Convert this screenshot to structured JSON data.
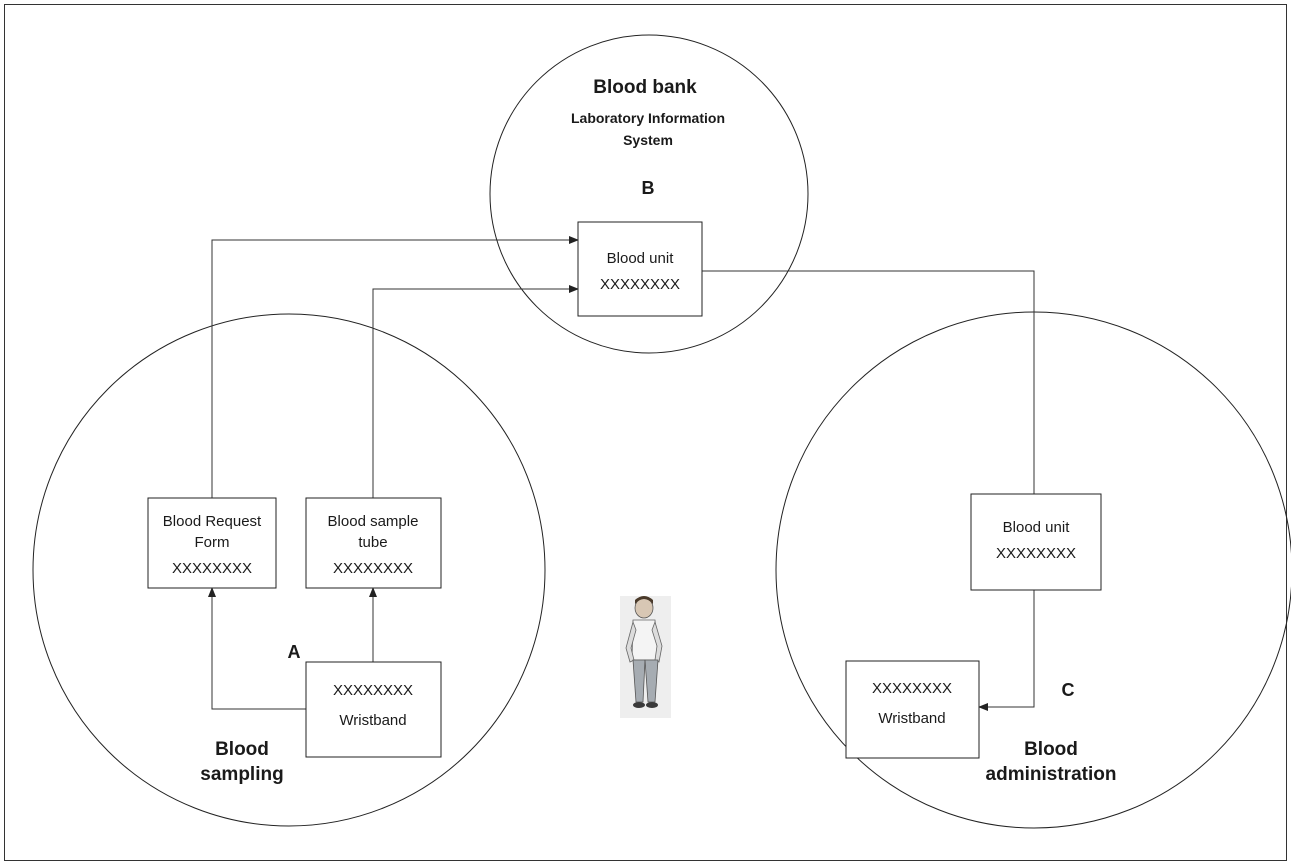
{
  "zones": {
    "blood_bank": {
      "title": "Blood bank",
      "subtitle_line1": "Laboratory Information",
      "subtitle_line2": "System",
      "letter": "B"
    },
    "sampling": {
      "title_line1": "Blood",
      "title_line2": "sampling",
      "letter": "A"
    },
    "administration": {
      "title_line1": "Blood",
      "title_line2": "administration",
      "letter": "C"
    }
  },
  "boxes": {
    "bank_unit": {
      "line1": "Blood unit",
      "line2": "XXXXXXXX"
    },
    "request_form": {
      "line1": "Blood Request",
      "line2": "Form",
      "line3": "XXXXXXXX"
    },
    "sample_tube": {
      "line1": "Blood sample",
      "line2": "tube",
      "line3": "XXXXXXXX"
    },
    "sampling_wristband": {
      "line1": "XXXXXXXX",
      "line2": "Wristband"
    },
    "admin_unit": {
      "line1": "Blood unit",
      "line2": "XXXXXXXX"
    },
    "admin_wristband": {
      "line1": "XXXXXXXX",
      "line2": "Wristband"
    }
  },
  "colors": {
    "ink": "#222222",
    "figure_bg": "#eeeeee"
  },
  "icons": {
    "person": "standing-man-icon"
  }
}
